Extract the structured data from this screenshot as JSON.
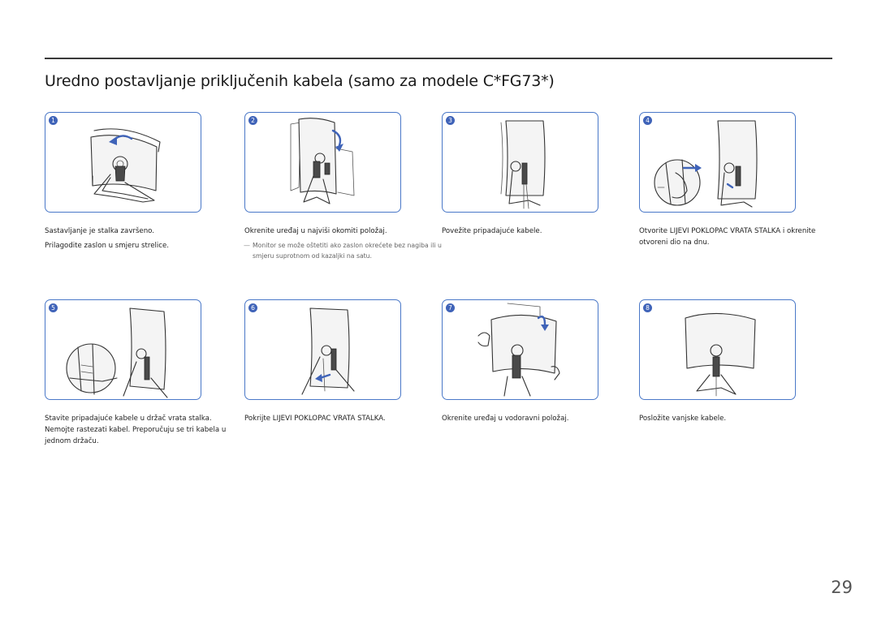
{
  "page": {
    "title": "Uredno postavljanje priključenih kabela (samo za modele C*FG73*)",
    "page_number": "29"
  },
  "steps": [
    {
      "number": "1",
      "caption": "Sastavljanje je stalka završeno.",
      "caption2": "Prilagodite zaslon u smjeru strelice."
    },
    {
      "number": "2",
      "caption": "Okrenite uređaj u najviši okomiti položaj.",
      "note": "Monitor se može oštetiti ako zaslon okrećete bez nagiba ili u smjeru suprotnom od kazaljki na satu."
    },
    {
      "number": "3",
      "caption": "Povežite pripadajuće kabele."
    },
    {
      "number": "4",
      "caption": "Otvorite LIJEVI POKLOPAC VRATA STALKA i okrenite otvoreni dio na dnu."
    },
    {
      "number": "5",
      "caption": "Stavite pripadajuće kabele u držač vrata stalka. Nemojte rastezati kabel. Preporučuju se tri kabela u jednom držaču."
    },
    {
      "number": "6",
      "caption": "Pokrijte LIJEVI POKLOPAC VRATA STALKA."
    },
    {
      "number": "7",
      "caption": "Okrenite uređaj u vodoravni položaj."
    },
    {
      "number": "8",
      "caption": "Posložite vanjske kabele."
    }
  ],
  "colors": {
    "accent": "#3f63b8",
    "panel_border": "#4a78c8",
    "rule": "#3a3a3a"
  }
}
